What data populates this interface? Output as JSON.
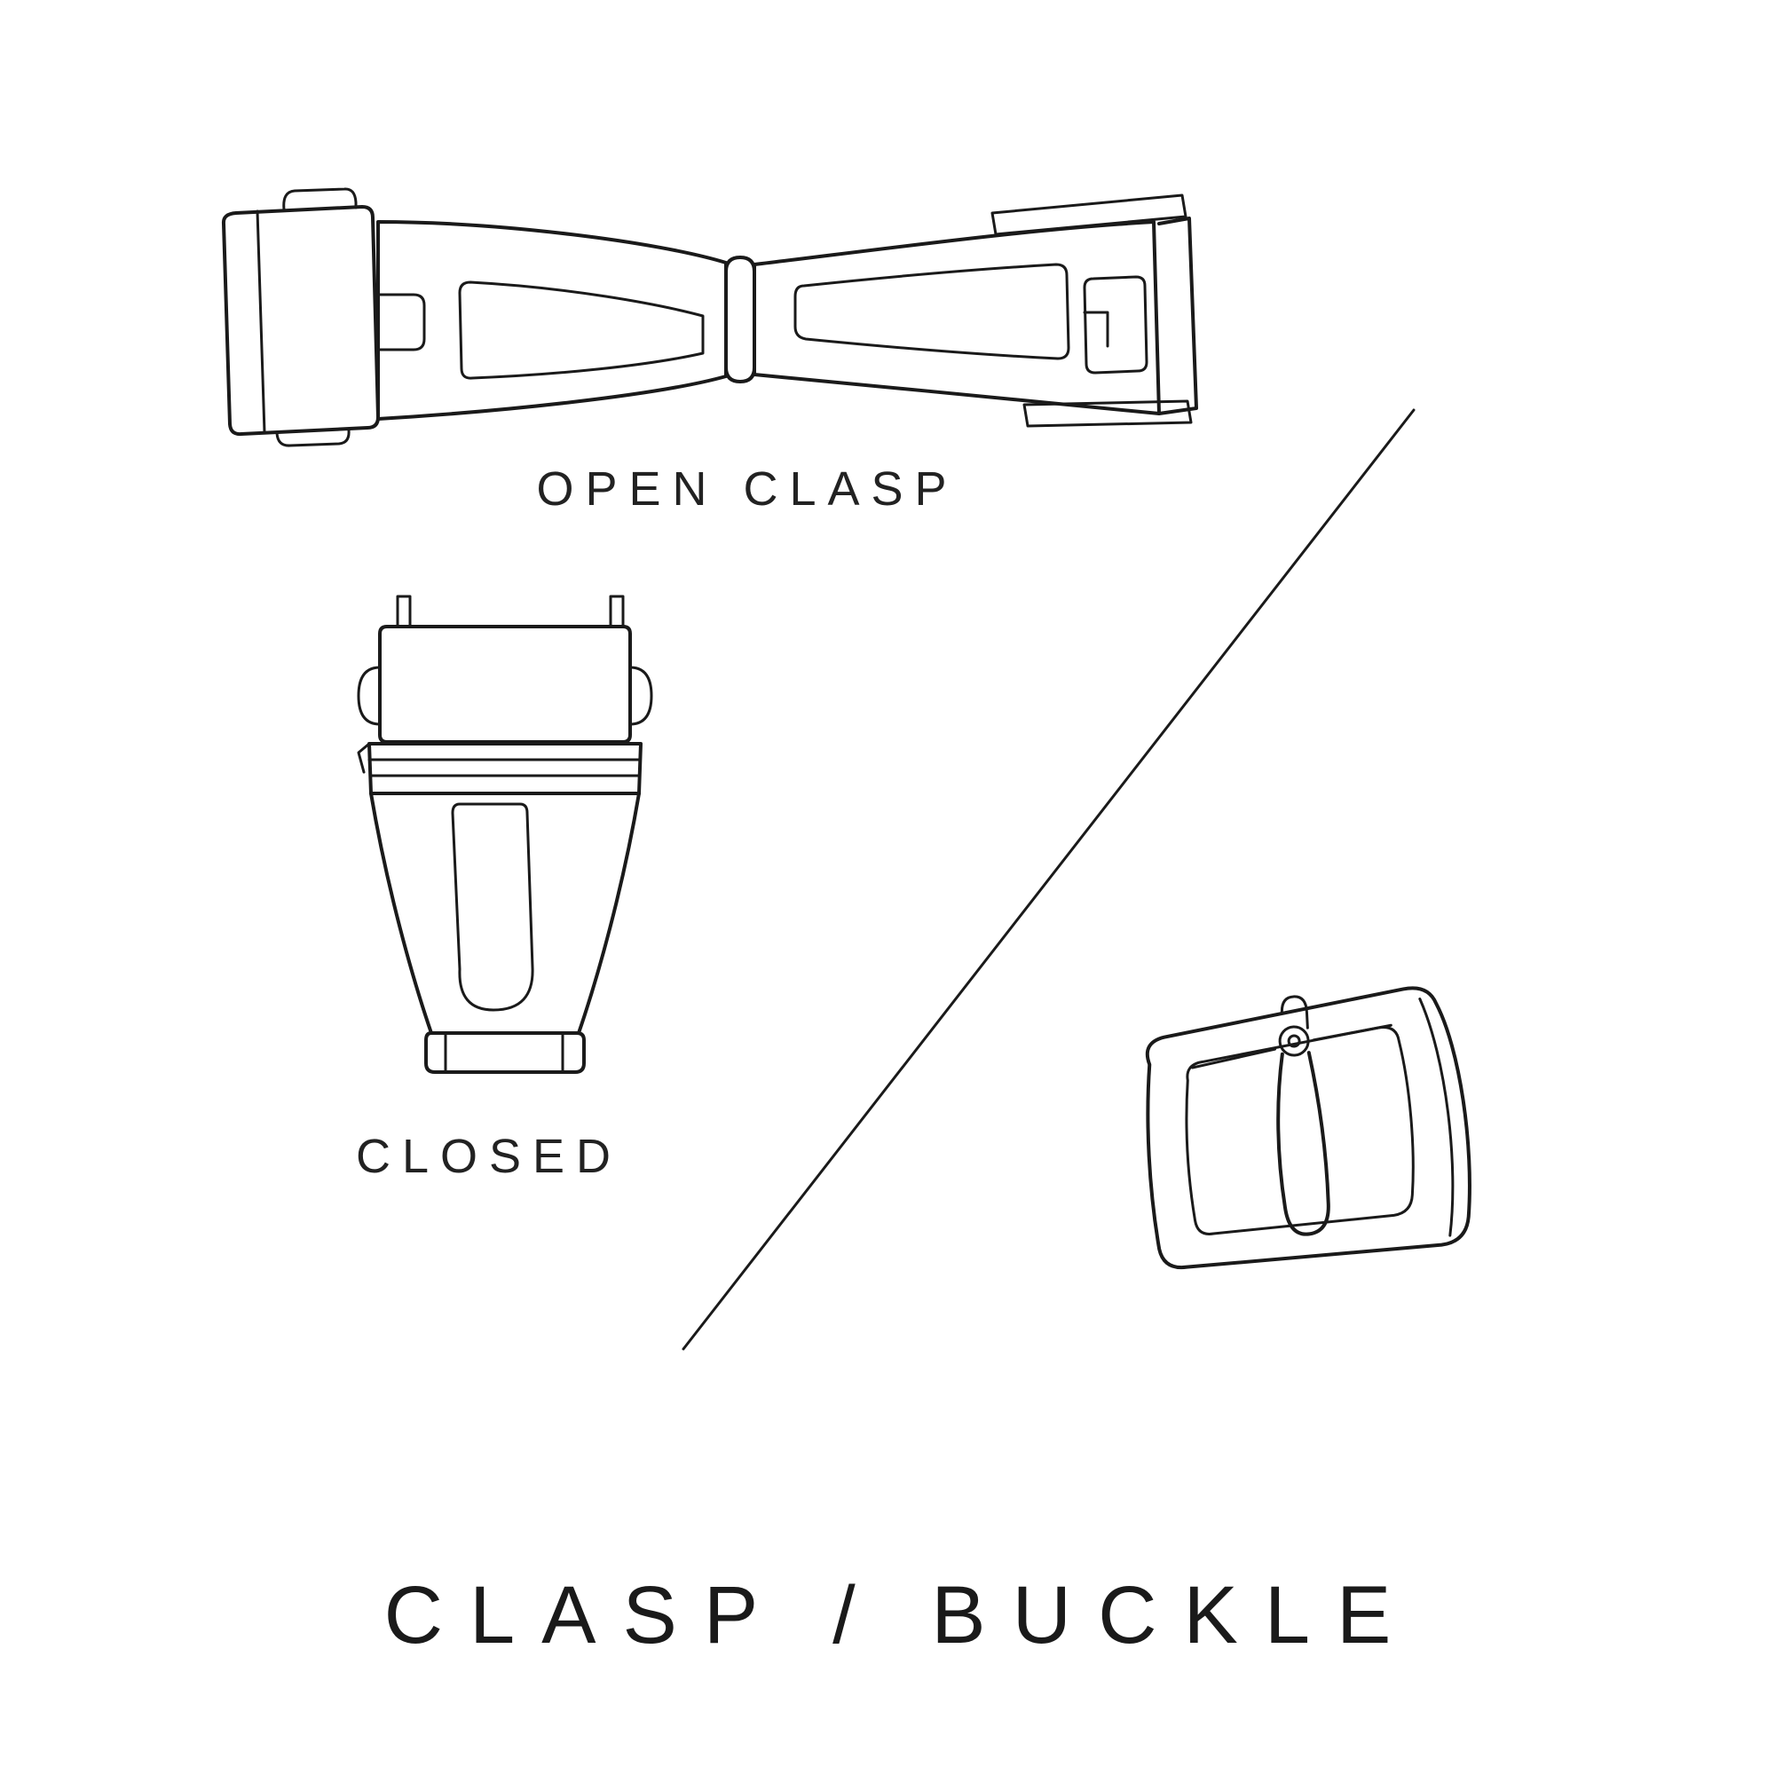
{
  "page": {
    "background": "#ffffff",
    "line_color": "#1a1a1a",
    "text_color": "#222222"
  },
  "labels": {
    "open_clasp": "OPEN CLASP",
    "closed": "CLOSED",
    "title": "CLASP / BUCKLE"
  },
  "illustrations": {
    "open_clasp": "open-deployant-clasp-line-drawing",
    "closed_clasp": "closed-clasp-line-drawing",
    "buckle": "pin-buckle-line-drawing",
    "divider": "diagonal-divider-line"
  }
}
